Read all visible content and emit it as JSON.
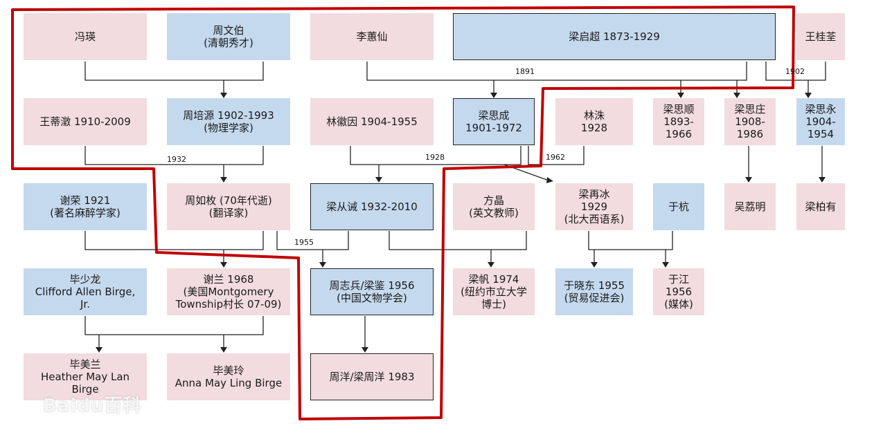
{
  "nodes": {
    "feng_ying": "冯瑛",
    "zhou_wenbo": "周文伯\n(清朝秀才)",
    "li_huixian": "李蕙仙",
    "liang_qichao": "梁启超 1873-1929",
    "wang_guiquan": "王桂荃",
    "wang_diwei": "王蒂澂 1910-2009",
    "zhou_peiyuan": "周培源 1902-1993\n(物理学家)",
    "lin_huiyin": "林徽因 1904-1955",
    "liang_sicheng": "梁思成\n1901-1972",
    "lin_zhu": "林洙\n1928",
    "liang_sishun": "梁思顺\n1893-\n1966",
    "liang_sizhuang": "梁思庄\n1908-\n1986",
    "liang_siyong": "梁思永\n1904-\n1954",
    "xie_rong": "谢荣 1921\n(著名麻醉学家)",
    "zhou_rumei": "周如枚 (70年代逝)\n(翻译家)",
    "liang_congjie": "梁从诫 1932-2010",
    "fang_jing": "方晶\n(英文教师)",
    "liang_zaibing": "梁再冰\n1929\n(北大西语系)",
    "yu_hang": "于杭",
    "wu_liming": "吴荔明",
    "liang_baiyou": "梁柏有",
    "bi_shaolong": "毕少龙\nClifford Allen Birge,\nJr.",
    "xie_lan": "谢兰 1968\n(美国Montgomery\nTownship村长 07-09)",
    "zhou_zhibing": "周志兵/梁鉴 1956\n(中国文物学会)",
    "liang_fan": "梁帆 1974\n(纽约市立大学\n博士)",
    "yu_xiaodong": "于晓东 1955\n(贸易促进会)",
    "yu_jiang": "于江\n1956\n(媒体)",
    "bi_meilan": "毕美兰\nHeather May Lan\nBirge",
    "bi_meiling": "毕美玲\nAnna May Ling Birge",
    "zhou_yang": "周洋/梁周洋 1983"
  },
  "years": {
    "y1891": "1891",
    "y1902": "1902",
    "y1932": "1932",
    "y1928": "1928",
    "y1962": "1962",
    "y1955": "1955"
  },
  "watermark": "Baidu百科",
  "colors": {
    "pink": "#f2dcdf",
    "blue": "#c5d9ee",
    "highlight": "#c00000"
  }
}
